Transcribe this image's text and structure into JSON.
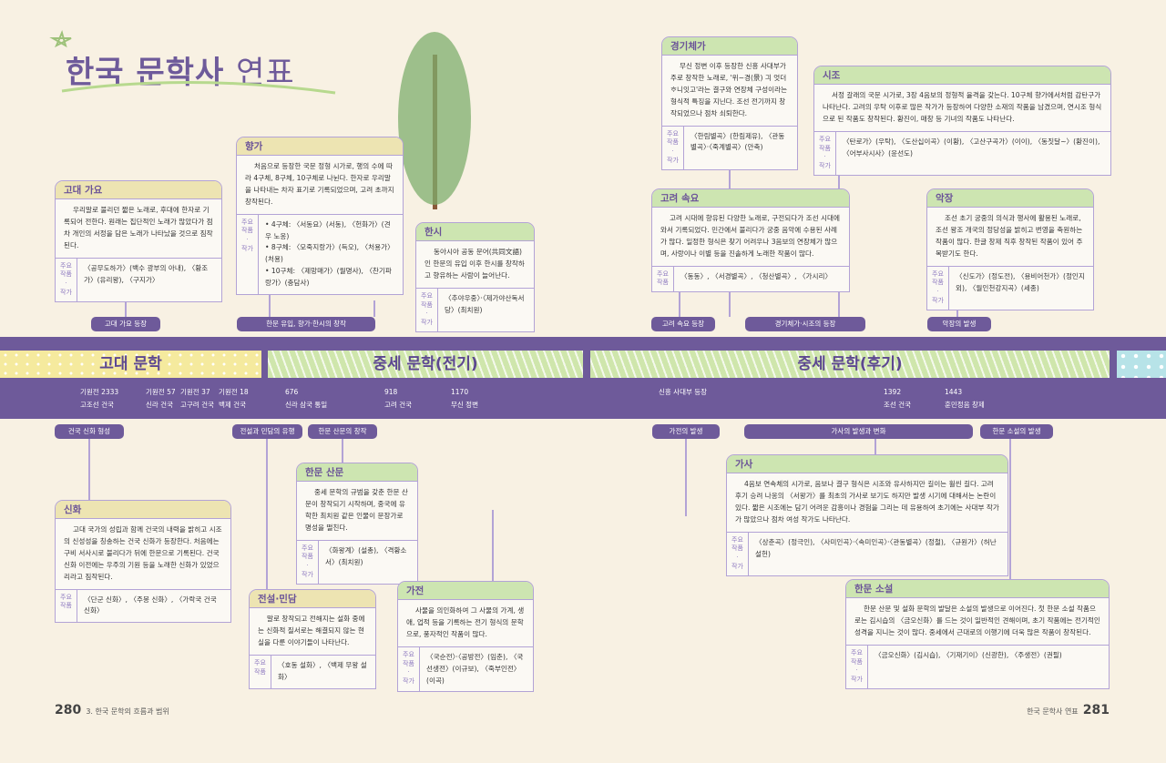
{
  "title": {
    "main": "한국 문학사",
    "sub": "연표"
  },
  "boxes": [
    {
      "id": "godae-gayo",
      "color": "y",
      "title": "고대 가요",
      "desc": "우리말로 불리던 짧은 노래로, 후대에 한자로 기록되어 전한다. 원래는 집단적인 노래가 많았다가 점차 개인의 서정을 담은 노래가 나타났을 것으로 짐작된다.",
      "works_label": "주요\n작품\n·\n작가",
      "works": "〈공무도하가〉(백수 광부의 아내), 〈황조가〉(유리왕), 〈구지가〉"
    },
    {
      "id": "hyangga",
      "color": "y",
      "title": "향가",
      "desc": "처음으로 등장한 국문 정형 시가로, 행의 수에 따라 4구체, 8구체, 10구체로 나뉜다. 한자로 우리말을 나타내는 차자 표기로 기록되었으며, 고려 초까지 창작된다.",
      "works_label": "주요\n작품\n·\n작가",
      "works": "• 4구체: 〈서동요〉(서동), 〈헌화가〉(견우 노옹)\n• 8구체: 〈모죽지랑가〉(득오), 〈처용가〉(처용)\n• 10구체: 〈제망매가〉(월명사), 〈찬기파랑가〉(충담사)"
    },
    {
      "id": "hansi",
      "color": "g",
      "title": "한시",
      "desc": "동아시아 공동 문어(共同文語)인 한문의 유입 이후 한시를 창작하고 향유하는 사람이 늘어난다.",
      "works_label": "주요\n작품\n·\n작가",
      "works": "〈추야우중〉·〈제가야산독서당〉(최치원)"
    },
    {
      "id": "gyeonggi",
      "color": "g",
      "title": "경기체가",
      "desc": "무신 정변 이후 등장한 신흥 사대부가 주로 창작한 노래로, '위~경(景) 긔 엇더ᄒᆞ니잇고'라는 결구와 연장체 구성이라는 형식적 특징을 지닌다. 조선 전기까지 창작되었으나 점차 쇠퇴한다.",
      "works_label": "주요\n작품\n·\n작가",
      "works": "〈한림별곡〉(한림제유), 〈관동별곡〉·〈죽계별곡〉(안축)"
    },
    {
      "id": "sijo",
      "color": "g",
      "title": "시조",
      "desc": "서정 갈래의 국문 시가로, 3장 4음보의 정형적 율격을 갖는다. 10구체 향가에서처럼 감탄구가 나타난다. 고려의 우탁 이후로 많은 작가가 등장하여 다양한 소재의 작품을 남겼으며, 연시조 형식으로 된 작품도 창작된다. 황진이, 매창 등 기녀의 작품도 나타난다.",
      "works_label": "주요\n작품\n·\n작가",
      "works": "〈탄로가〉(우탁), 〈도산십이곡〉(이황), 〈고산구곡가〉(이이), 〈동짓달~〉(황진이), 〈어부사시사〉(윤선도)"
    },
    {
      "id": "goryeo-soyo",
      "color": "g",
      "title": "고려 속요",
      "desc": "고려 시대에 향유된 다양한 노래로, 구전되다가 조선 시대에 와서 기록되었다. 민간에서 불리다가 궁중 음악에 수용된 사례가 많다. 일정한 형식은 찾기 어려우나 3음보의 연장체가 많으며, 사랑이나 이별 등을 진솔하게 노래한 작품이 많다.",
      "works_label": "주요\n작품",
      "works": "〈동동〉, 〈서경별곡〉, 〈청산별곡〉, 〈가시리〉"
    },
    {
      "id": "akjang",
      "color": "g",
      "title": "악장",
      "desc": "조선 초기 궁중의 의식과 행사에 활용된 노래로, 조선 왕조 개국의 정당성을 밝히고 번영을 축원하는 작품이 많다. 한글 창제 직후 창작된 작품이 있어 주목받기도 한다.",
      "works_label": "주요\n작품\n·\n작가",
      "works": "〈신도가〉(정도전), 〈용비어천가〉(정인지 외), 〈월인천강지곡〉(세종)"
    },
    {
      "id": "sinhwa",
      "color": "y",
      "title": "신화",
      "desc": "고대 국가의 성립과 함께 건국의 내력을 밝히고 시조의 신성성을 칭송하는 건국 신화가 등장한다. 처음에는 구비 서사시로 불리다가 뒤에 한문으로 기록된다. 건국 신화 이전에는 우주의 기원 등을 노래한 신화가 있었으리라고 짐작된다.",
      "works_label": "주요\n작품",
      "works": "〈단군 신화〉, 〈주몽 신화〉, 〈가락국 건국 신화〉"
    },
    {
      "id": "hanmun-sanmun",
      "color": "g",
      "title": "한문 산문",
      "desc": "중세 문학의 규범을 갖춘 한문 산문이 창작되기 시작하며, 중국에 유학한 최치원 같은 인물이 문장가로 명성을 떨친다.",
      "works_label": "주요\n작품\n·\n작가",
      "works": "〈화왕계〉(설총), 〈격황소서〉(최치원)"
    },
    {
      "id": "jeonseol",
      "color": "y",
      "title": "전설·민담",
      "desc": "말로 창작되고 전해지는 설화 중에는 신화적 질서로는 해결되지 않는 현실을 다룬 이야기들이 나타난다.",
      "works_label": "주요\n작품",
      "works": "〈호동 설화〉, 〈백제 무왕 설화〉"
    },
    {
      "id": "gajeon",
      "color": "g",
      "title": "가전",
      "desc": "사물을 의인화하여 그 사물의 가계, 생애, 업적 등을 기록하는 전기 형식의 문학으로, 풍자적인 작품이 많다.",
      "works_label": "주요\n작품\n·\n작가",
      "works": "〈국순전〉·〈공방전〉(임춘), 〈국선생전〉(이규보), 〈죽부인전〉(이곡)"
    },
    {
      "id": "gasa",
      "color": "g",
      "title": "가사",
      "desc": "4음보 연속체의 시가로, 음보나 결구 형식은 시조와 유사하지만 길이는 훨씬 길다. 고려 후기 승려 나옹의 〈서왕가〉를 최초의 가사로 보기도 하지만 발생 시기에 대해서는 논란이 있다. 짧은 시조에는 담기 어려운 감흥이나 경험을 그리는 데 유용하여 초기에는 사대부 작가가 많았으나 점차 여성 작가도 나타난다.",
      "works_label": "주요\n작품\n·\n작가",
      "works": "〈상춘곡〉(정극인), 〈사미인곡〉·〈속미인곡〉·〈관동별곡〉(정철), 〈규원가〉(허난설헌)"
    },
    {
      "id": "hanmun-soseol",
      "color": "g",
      "title": "한문 소설",
      "desc": "한문 산문 및 설화 문학의 발달은 소설의 발생으로 이어진다. 첫 한문 소설 작품으로는 김시습의 〈금오신화〉를 드는 것이 일반적인 견해이며, 초기 작품에는 전기적인 성격을 지니는 것이 많다. 중세에서 근대로의 이행기에 더욱 많은 작품이 창작된다.",
      "works_label": "주요\n작품\n·\n작가",
      "works": "〈금오신화〉(김시습), 〈기재기이〉(신광한), 〈주생전〉(권필)"
    }
  ],
  "pills": [
    "고대 가요 등장",
    "한문 유입, 향가·한시의 창작",
    "고려 속요 등장",
    "경기체가·시조의 등장",
    "악장의 발생",
    "건국 신화 형성",
    "전설과 민담의 유행",
    "한문 산문의 창작",
    "가전의 발생",
    "가사의 발생과 변화",
    "한문 소설의 발생"
  ],
  "periods": [
    "고대 문학",
    "중세 문학(전기)",
    "중세 문학(후기)"
  ],
  "timeline": [
    {
      "year": "기원전 2333",
      "event": "고조선 건국"
    },
    {
      "year": "기원전 57",
      "event": "신라 건국"
    },
    {
      "year": "기원전 37",
      "event": "고구려 건국"
    },
    {
      "year": "기원전 18",
      "event": "백제 건국"
    },
    {
      "year": "676",
      "event": "신라 삼국 통일"
    },
    {
      "year": "918",
      "event": "고려 건국"
    },
    {
      "year": "1170",
      "event": "무신 정변"
    },
    {
      "year": "신흥 사대부 등장",
      "event": ""
    },
    {
      "year": "1392",
      "event": "조선 건국"
    },
    {
      "year": "1443",
      "event": "훈민정음 창제"
    }
  ],
  "footer": {
    "left_page": "280",
    "left_chapter": "3. 한국 문학의 흐름과 범위",
    "right_title": "한국 문학사 연표",
    "right_page": "281"
  }
}
